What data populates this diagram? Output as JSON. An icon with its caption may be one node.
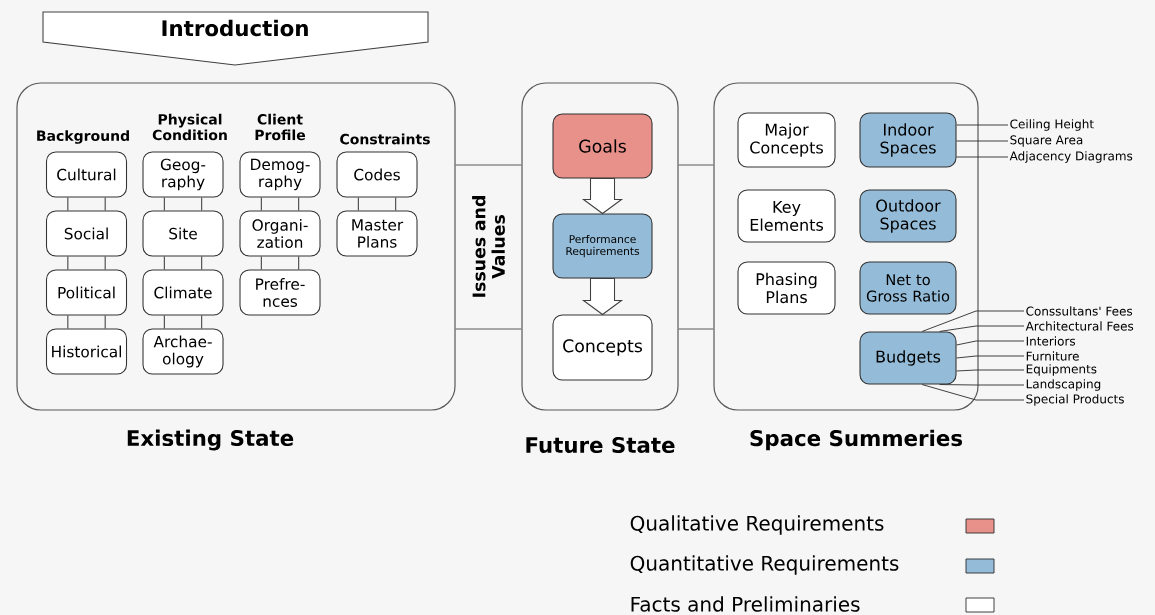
{
  "diagram": {
    "nodes": [
      {
        "text": [
          "Introduction"
        ]
      },
      {
        "text": [
          "Existing State"
        ]
      },
      {
        "text": [
          "Cultural"
        ],
        "in": 1
      },
      {
        "text": [
          "Social"
        ],
        "in": 1
      },
      {
        "text": [
          "Political"
        ],
        "in": 1
      },
      {
        "text": [
          "Historical"
        ],
        "in": 1
      },
      {
        "text": [
          "Geog-raphy"
        ],
        "in": 1
      },
      {
        "text": [
          "Site"
        ],
        "in": 1
      },
      {
        "text": [
          "Climate"
        ],
        "in": 1
      },
      {
        "text": [
          "Archae-ology"
        ],
        "in": 1
      },
      {
        "text": [
          "Demog-raphy"
        ],
        "in": 1
      },
      {
        "text": [
          "Organi-zation"
        ],
        "in": 1
      },
      {
        "text": [
          "Prefre-nces"
        ],
        "in": 1
      },
      {
        "text": [
          "Codes"
        ],
        "in": 1
      },
      {
        "text": [
          "Master Plans"
        ],
        "in": 1
      },
      {
        "text": [
          "Future State"
        ]
      },
      {
        "text": [
          "Goals"
        ],
        "in": 15
      },
      {
        "text": [
          "Performance Requirements"
        ],
        "in": 15
      },
      {
        "text": [
          "Concepts"
        ],
        "in": 15
      },
      {
        "text": [
          "Space Summeries"
        ]
      },
      {
        "text": [
          "Major Concepts"
        ],
        "in": 19
      },
      {
        "text": [
          "Indoor Spaces"
        ],
        "in": 19
      },
      {
        "text": [
          "Key Elements"
        ],
        "in": 19
      },
      {
        "text": [
          "Outdoor Spaces"
        ],
        "in": 19
      },
      {
        "text": [
          "Phasing Plans"
        ],
        "in": 19
      },
      {
        "text": [
          "Net to Gross Ratio"
        ],
        "in": 19
      },
      {
        "text": [
          "Budgets"
        ],
        "in": 19
      },
      {
        "text": [
          "Ceiling Height"
        ]
      },
      {
        "text": [
          "Square Area"
        ]
      },
      {
        "text": [
          "Adjacency Diagrams"
        ]
      },
      {
        "text": [
          "Conssultans' Fees"
        ]
      },
      {
        "text": [
          "Architectural Fees"
        ]
      },
      {
        "text": [
          "Interiors"
        ]
      },
      {
        "text": [
          "Furniture"
        ]
      },
      {
        "text": [
          "Equipments"
        ]
      },
      {
        "text": [
          "Landscaping"
        ]
      },
      {
        "text": [
          "Special Products"
        ]
      }
    ],
    "edges": [
      {
        "from": 2,
        "to": 3,
        "arrow": "none"
      },
      {
        "from": 3,
        "to": 4,
        "arrow": "none"
      },
      {
        "from": 4,
        "to": 5,
        "arrow": "none"
      },
      {
        "from": 6,
        "to": 7,
        "arrow": "none"
      },
      {
        "from": 7,
        "to": 8,
        "arrow": "none"
      },
      {
        "from": 8,
        "to": 9,
        "arrow": "none"
      },
      {
        "from": 10,
        "to": 11,
        "arrow": "none"
      },
      {
        "from": 11,
        "to": 12,
        "arrow": "none"
      },
      {
        "from": 13,
        "to": 14,
        "arrow": "none"
      },
      {
        "from": 1,
        "to": 15,
        "arrow": "none",
        "label": "Issues and Values"
      },
      {
        "from": 15,
        "to": 19,
        "arrow": "none"
      },
      {
        "from": 16,
        "to": 17,
        "arrow": "to"
      },
      {
        "from": 17,
        "to": 18,
        "arrow": "to"
      },
      {
        "from": 21,
        "to": 27,
        "arrow": "none"
      },
      {
        "from": 21,
        "to": 28,
        "arrow": "none"
      },
      {
        "from": 21,
        "to": 29,
        "arrow": "none"
      },
      {
        "from": 26,
        "to": 30,
        "arrow": "none"
      },
      {
        "from": 26,
        "to": 31,
        "arrow": "none"
      },
      {
        "from": 26,
        "to": 32,
        "arrow": "none"
      },
      {
        "from": 26,
        "to": 33,
        "arrow": "none"
      },
      {
        "from": 26,
        "to": 34,
        "arrow": "none"
      },
      {
        "from": 26,
        "to": 35,
        "arrow": "none"
      },
      {
        "from": 26,
        "to": 36,
        "arrow": "none"
      }
    ],
    "labels": [
      "Background",
      "Physical Condition",
      "Client Profile",
      "Constraints"
    ],
    "legend": [
      {
        "text": "Qualitative Requirements",
        "color": "#e8908a"
      },
      {
        "text": "Quantitative Requirements",
        "color": "#94bcd8"
      },
      {
        "text": "Facts and Preliminaries",
        "color": "#ffffff"
      }
    ]
  }
}
